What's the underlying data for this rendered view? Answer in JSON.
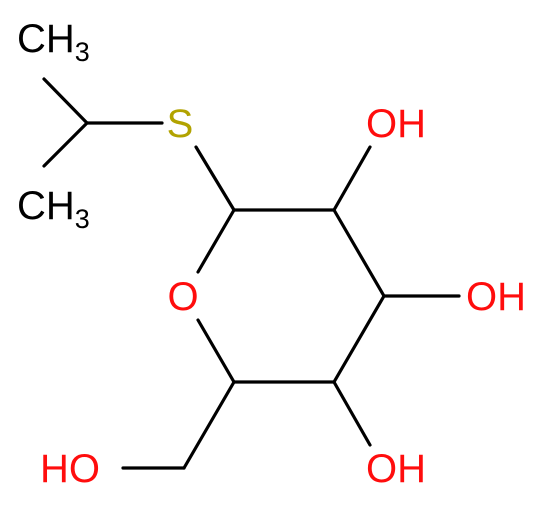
{
  "molecule": {
    "colors": {
      "bond": "#000000",
      "carbon": "#000000",
      "oxygen": "#ff0d0d",
      "sulfur": "#b2a300"
    },
    "labels": {
      "methyl_top": {
        "main": "CH",
        "sub": "3"
      },
      "methyl_bottom": {
        "main": "CH",
        "sub": "3"
      },
      "sulfur": "S",
      "ring_oxygen": "O",
      "oh_c2": "OH",
      "oh_c3": "OH",
      "oh_c4": "OH",
      "oh_c6": "HO"
    }
  }
}
